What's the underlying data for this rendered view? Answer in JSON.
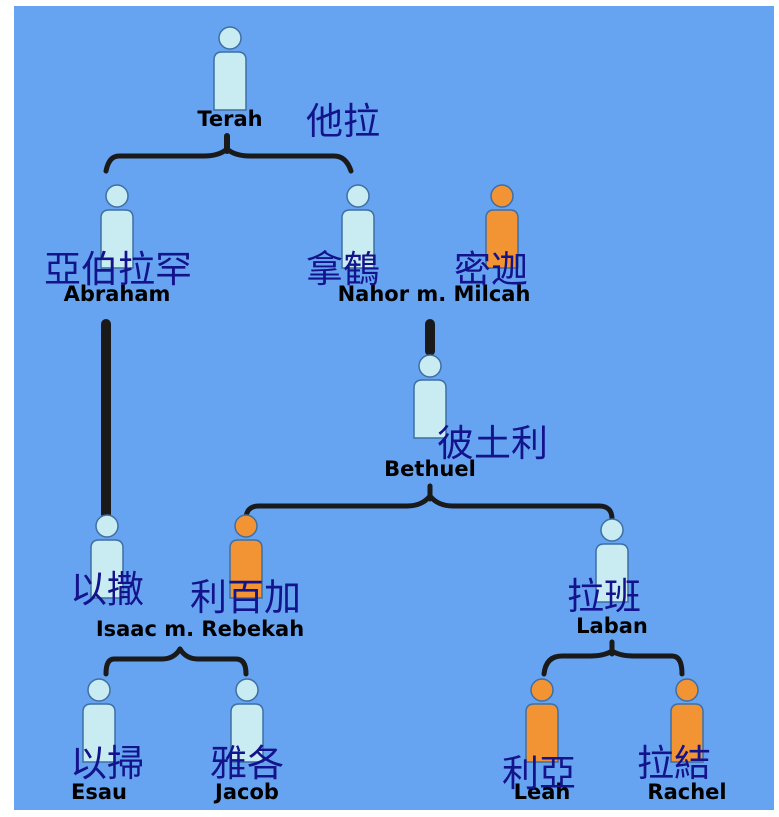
{
  "colors": {
    "background": "#66a3f0",
    "male_figure": "#c9ecf2",
    "female_figure": "#f29433",
    "connector": "#1a1a1a",
    "label_en": "#000000",
    "label_zh": "#13138c"
  },
  "people": [
    {
      "id": "terah",
      "gender": "male",
      "name_en": "Terah",
      "name_zh": "他拉"
    },
    {
      "id": "abraham",
      "gender": "male",
      "name_en": "Abraham",
      "name_zh": "亞伯拉罕"
    },
    {
      "id": "nahor",
      "gender": "male",
      "name_en": "Nahor m. Milcah",
      "name_zh": "拿鶴"
    },
    {
      "id": "milcah",
      "gender": "female",
      "name_en": "",
      "name_zh": "密迦"
    },
    {
      "id": "bethuel",
      "gender": "male",
      "name_en": "Bethuel",
      "name_zh": "彼土利"
    },
    {
      "id": "isaac",
      "gender": "male",
      "name_en": "Isaac m. Rebekah",
      "name_zh": "以撒"
    },
    {
      "id": "rebekah",
      "gender": "female",
      "name_en": "",
      "name_zh": "利百加"
    },
    {
      "id": "laban",
      "gender": "male",
      "name_en": "Laban",
      "name_zh": "拉班"
    },
    {
      "id": "esau",
      "gender": "male",
      "name_en": "Esau",
      "name_zh": "以掃"
    },
    {
      "id": "jacob",
      "gender": "male",
      "name_en": "Jacob",
      "name_zh": "雅各"
    },
    {
      "id": "leah",
      "gender": "female",
      "name_en": "Leah",
      "name_zh": "利亞"
    },
    {
      "id": "rachel",
      "gender": "female",
      "name_en": "Rachel",
      "name_zh": "拉結"
    }
  ]
}
